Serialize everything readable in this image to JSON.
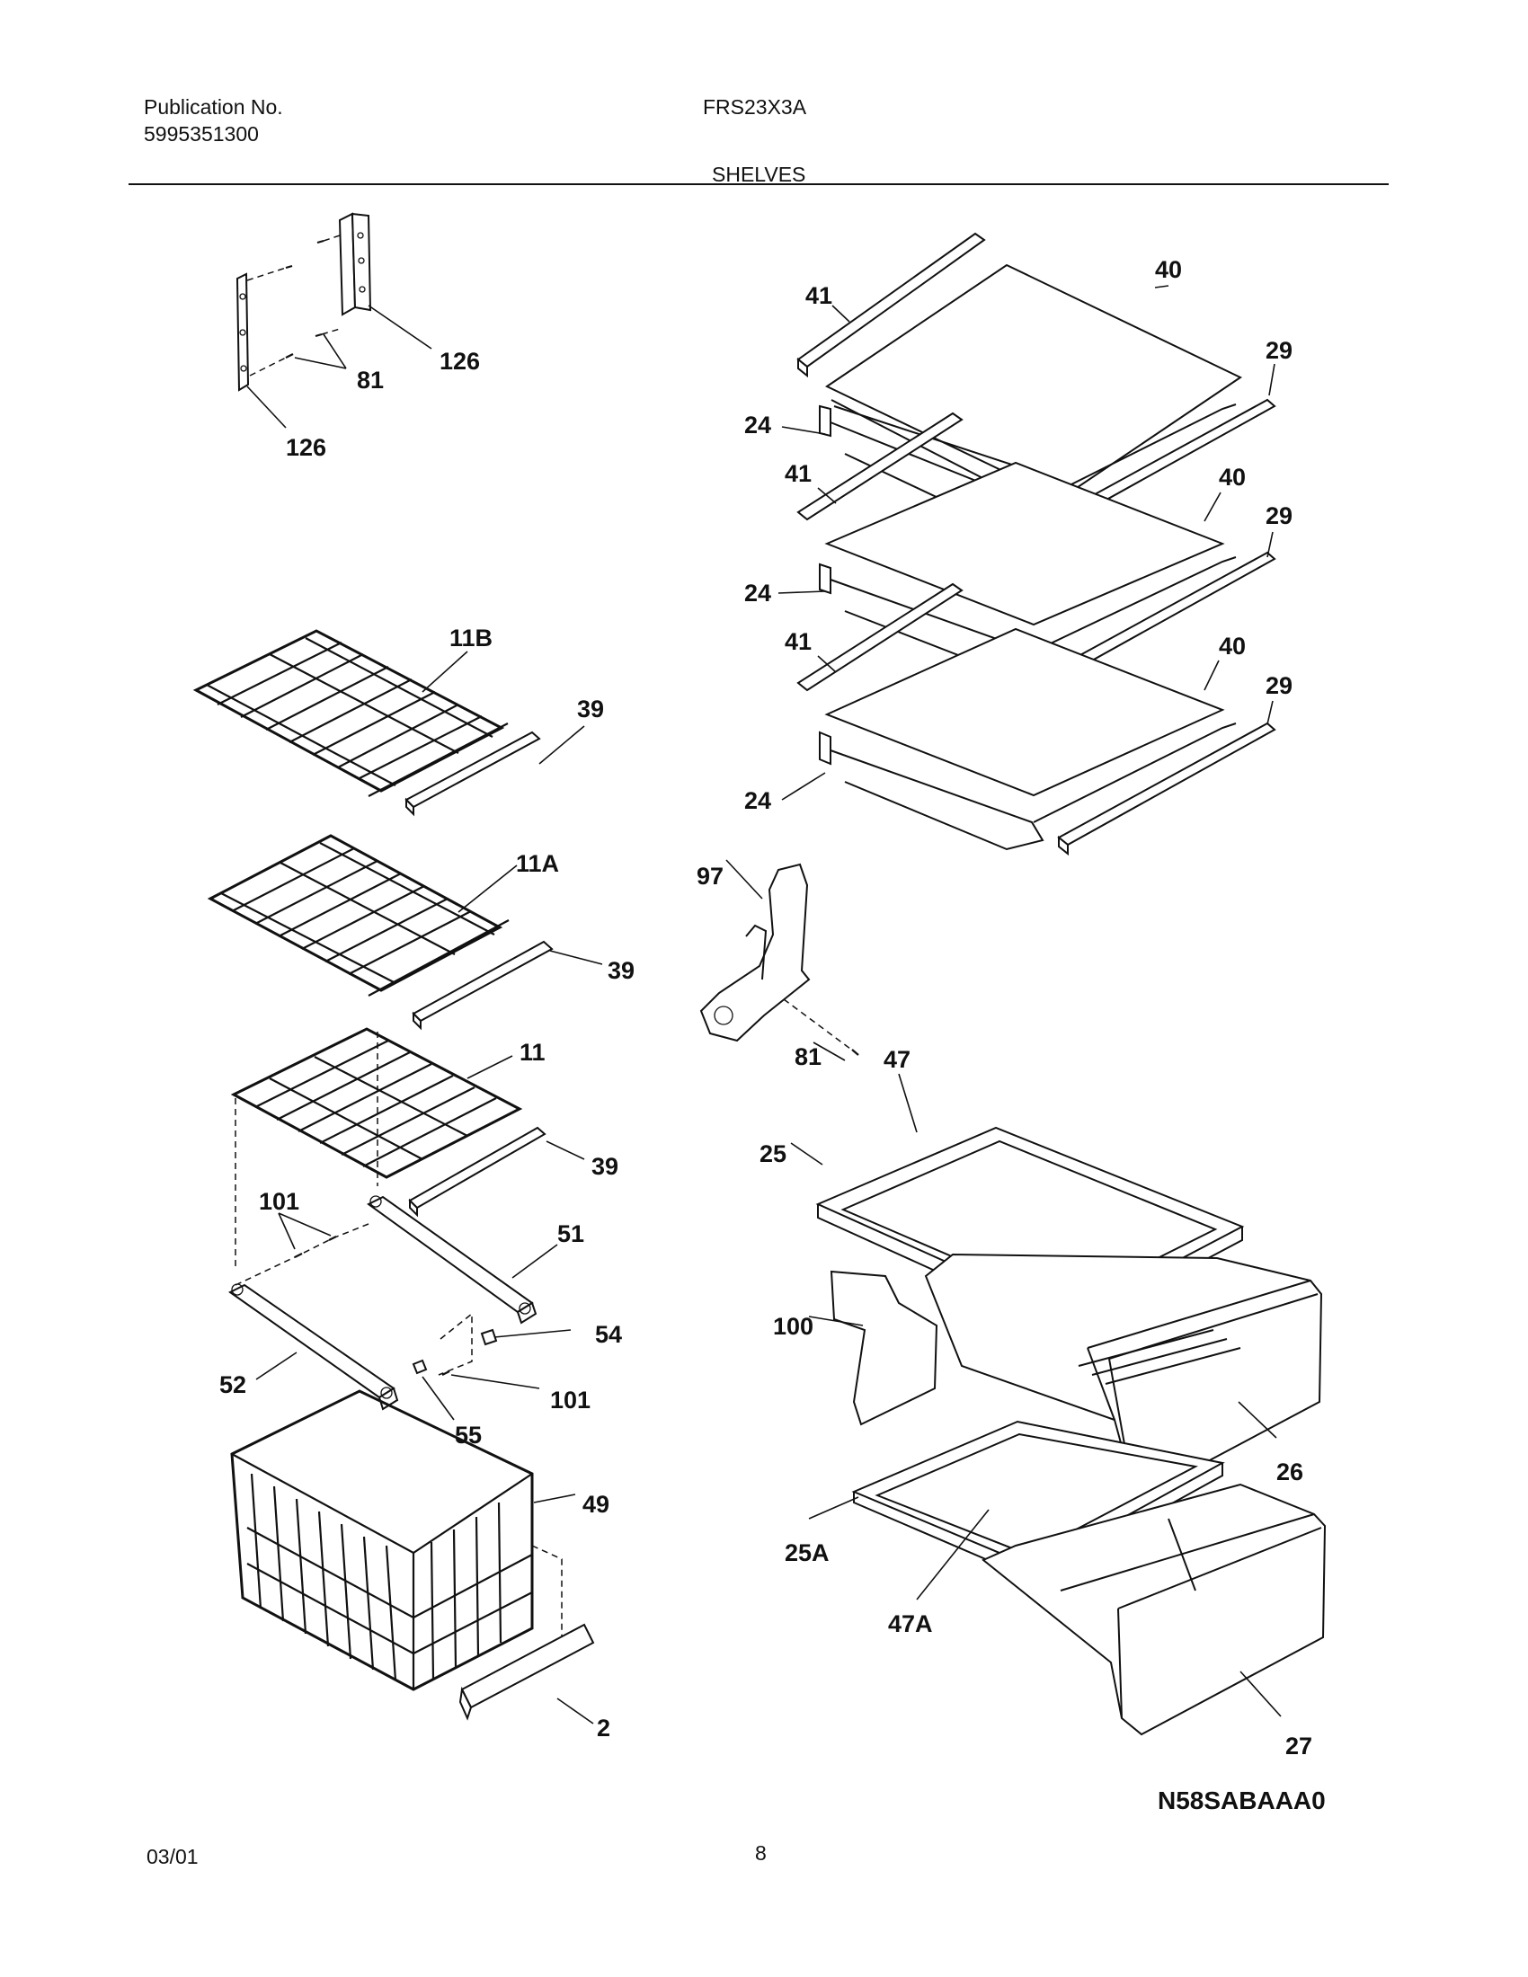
{
  "header": {
    "publication_label": "Publication No.",
    "publication_number": "5995351300",
    "model": "FRS23X3A",
    "section_title": "SHELVES"
  },
  "diagram": {
    "code": "N58SABAAA0",
    "callouts": {
      "c126a": "126",
      "c126b": "126",
      "c81a": "81",
      "c41a": "41",
      "c40a": "40",
      "c29a": "29",
      "c24a": "24",
      "c41b": "41",
      "c40b": "40",
      "c29b": "29",
      "c24b": "24",
      "c41c": "41",
      "c40c": "40",
      "c29c": "29",
      "c24c": "24",
      "c11B": "11B",
      "c39a": "39",
      "c11A": "11A",
      "c39b": "39",
      "c11": "11",
      "c39c": "39",
      "c101a": "101",
      "c51": "51",
      "c54": "54",
      "c52": "52",
      "c55": "55",
      "c101b": "101",
      "c49": "49",
      "c2": "2",
      "c97": "97",
      "c81b": "81",
      "c47": "47",
      "c25": "25",
      "c100": "100",
      "c26": "26",
      "c25A": "25A",
      "c47A": "47A",
      "c27": "27"
    }
  },
  "footer": {
    "date": "03/01",
    "page_number": "8"
  }
}
